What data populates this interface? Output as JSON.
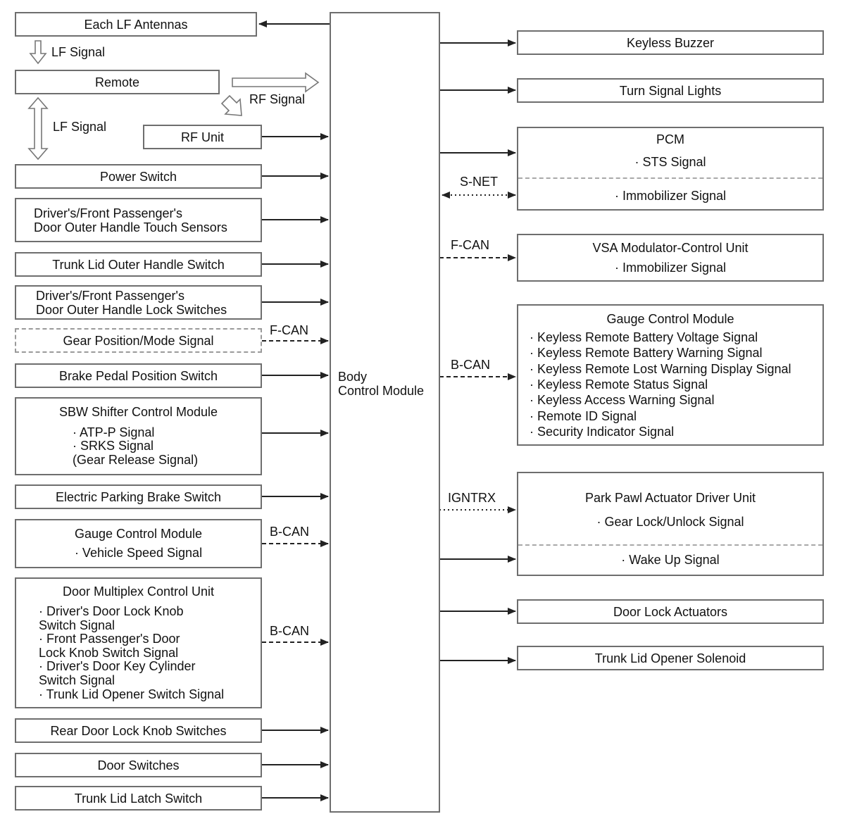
{
  "bcm": {
    "line1": "Body",
    "line2": "Control Module"
  },
  "inputs": {
    "lf_antennas": "Each LF Antennas",
    "lf_signal_1": "LF Signal",
    "remote": "Remote",
    "rf_signal": "RF Signal",
    "lf_signal_2": "LF Signal",
    "rf_unit": "RF Unit",
    "power_switch": "Power Switch",
    "touch_sensors_1": "Driver's/Front Passenger's",
    "touch_sensors_2": "Door Outer Handle Touch Sensors",
    "trunk_outer_handle": "Trunk Lid Outer Handle Switch",
    "lock_switches_1": "Driver's/Front Passenger's",
    "lock_switches_2": "Door Outer Handle Lock Switches",
    "gear_position": "Gear Position/Mode Signal",
    "gear_bus": "F-CAN",
    "brake_pedal": "Brake Pedal Position Switch",
    "sbw_title": "SBW Shifter Control Module",
    "sbw_sig1": "· ATP-P Signal",
    "sbw_sig2": "· SRKS Signal",
    "sbw_sig3": "(Gear Release Signal)",
    "epb": "Electric Parking Brake Switch",
    "gauge_title": "Gauge Control Module",
    "gauge_sig": "· Vehicle Speed Signal",
    "gauge_bus": "B-CAN",
    "dmcu_title": "Door Multiplex Control Unit",
    "dmcu_l1": "· Driver's Door Lock Knob",
    "dmcu_l2": "Switch Signal",
    "dmcu_l3": "· Front Passenger's Door",
    "dmcu_l4": "Lock Knob Switch Signal",
    "dmcu_l5": "· Driver's Door Key Cylinder",
    "dmcu_l6": "Switch Signal",
    "dmcu_l7": "· Trunk Lid Opener Switch Signal",
    "dmcu_bus": "B-CAN",
    "rear_knob": "Rear Door Lock Knob Switches",
    "door_switches": "Door Switches",
    "trunk_latch": "Trunk Lid Latch Switch"
  },
  "outputs": {
    "keyless_buzzer": "Keyless Buzzer",
    "turn_signal": "Turn Signal Lights",
    "pcm_title": "PCM",
    "pcm_sts": "· STS Signal",
    "pcm_immo": "· Immobilizer Signal",
    "pcm_bus": "S-NET",
    "vsa_title": "VSA Modulator-Control Unit",
    "vsa_immo": "· Immobilizer Signal",
    "vsa_bus": "F-CAN",
    "gcm_title": "Gauge Control Module",
    "gcm_l1": "· Keyless Remote Battery Voltage Signal",
    "gcm_l2": "· Keyless Remote Battery Warning Signal",
    "gcm_l3": "· Keyless Remote Lost Warning Display Signal",
    "gcm_l4": "· Keyless Remote Status Signal",
    "gcm_l5": "· Keyless Access Warning Signal",
    "gcm_l6": "· Remote ID Signal",
    "gcm_l7": "· Security Indicator Signal",
    "gcm_bus": "B-CAN",
    "ppa_title": "Park Pawl Actuator Driver Unit",
    "ppa_gear": "· Gear Lock/Unlock Signal",
    "ppa_wake": "· Wake Up Signal",
    "ppa_bus": "IGNTRX",
    "door_lock_act": "Door Lock Actuators",
    "trunk_solenoid": "Trunk Lid Opener Solenoid"
  }
}
